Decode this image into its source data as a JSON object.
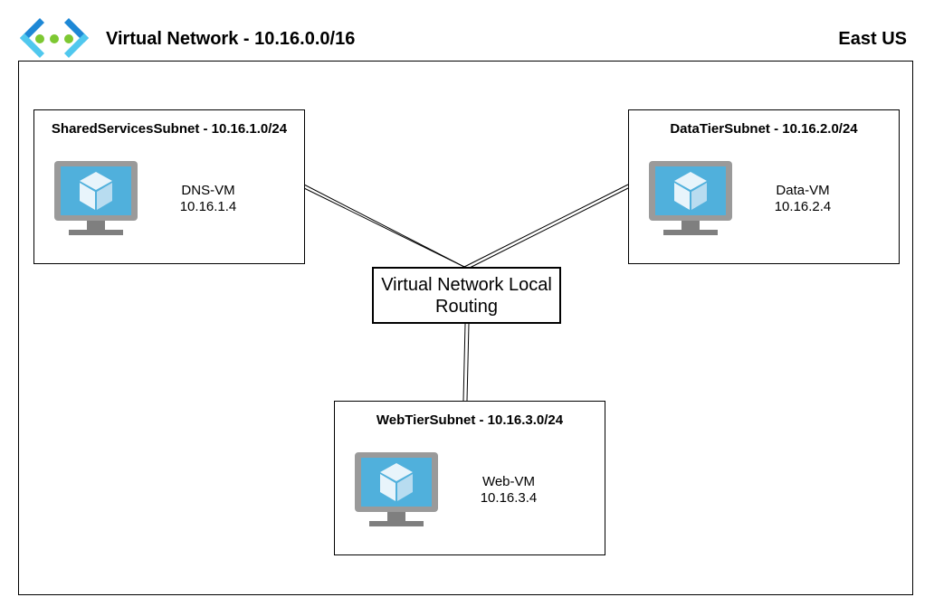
{
  "header": {
    "title": "Virtual Network - 10.16.0.0/16",
    "region": "East US",
    "icon": "virtual-network-icon"
  },
  "router": {
    "label": "Virtual Network Local Routing"
  },
  "subnets": [
    {
      "title": "SharedServicesSubnet - 10.16.1.0/24",
      "vm_name": "DNS-VM",
      "vm_ip": "10.16.1.4",
      "icon": "virtual-machine-icon"
    },
    {
      "title": "DataTierSubnet - 10.16.2.0/24",
      "vm_name": "Data-VM",
      "vm_ip": "10.16.2.4",
      "icon": "virtual-machine-icon"
    },
    {
      "title": "WebTierSubnet - 10.16.3.0/24",
      "vm_name": "Web-VM",
      "vm_ip": "10.16.3.4",
      "icon": "virtual-machine-icon"
    }
  ],
  "colors": {
    "vnet_bracket_dark": "#1E88D6",
    "vnet_bracket_light": "#50C8EE",
    "vnet_dots": "#7DC832",
    "monitor_frame": "#9A9A9A",
    "monitor_screen": "#50B0DC",
    "cube_light": "#E8F4FB",
    "cube_mid": "#B8DCF0",
    "stand": "#7F7F7F"
  }
}
